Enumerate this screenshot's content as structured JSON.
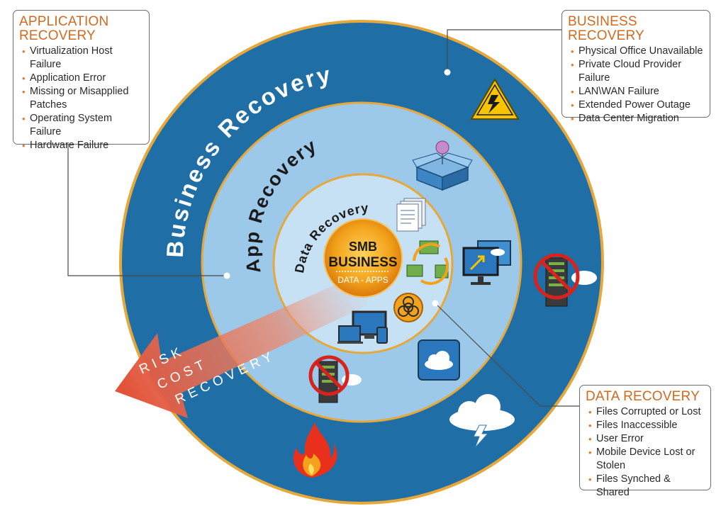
{
  "rings": {
    "business": "Business Recovery",
    "app": "App Recovery",
    "data": "Data Recovery"
  },
  "center": {
    "line1": "SMB",
    "line2": "BUSINESS",
    "line3": "DATA - APPS"
  },
  "arrow": {
    "line1": "RISK",
    "line2": "COST",
    "line3": "RECOVERY"
  },
  "callouts": {
    "application": {
      "title_line1": "APPLICATION",
      "title_line2": "RECOVERY",
      "items": [
        "Virtualization Host Failure",
        "Application Error",
        "Missing or Misapplied Patches",
        "Operating System Failure",
        "Hardware Failure"
      ]
    },
    "business": {
      "title": "BUSINESS RECOVERY",
      "items": [
        "Physical Office Unavailable",
        "Private Cloud Provider Failure",
        "LAN\\WAN Failure",
        "Extended Power Outage",
        "Data Center Migration"
      ]
    },
    "data": {
      "title": "DATA RECOVERY",
      "items": [
        "Files Corrupted or Lost",
        "Files Inaccessible",
        "User Error",
        "Mobile Device Lost or Stolen",
        "Files Synched & Shared"
      ]
    }
  },
  "icons": [
    "warning-power-icon",
    "package-box-icon",
    "documents-icon",
    "sync-computers-icon",
    "remote-desktop-icon",
    "server-no-icon",
    "biohazard-icon",
    "devices-icon",
    "cloud-icon",
    "storm-cloud-icon",
    "fire-icon"
  ],
  "colors": {
    "outer_ring": "#1f6ea5",
    "middle_ring": "#9cc9ea",
    "inner_ring": "#c6e0f4",
    "gold_border": "#e6a83a",
    "center_fill": "#f1a11a",
    "arrow": "#e8553c",
    "title_orange": "#d2691e"
  }
}
